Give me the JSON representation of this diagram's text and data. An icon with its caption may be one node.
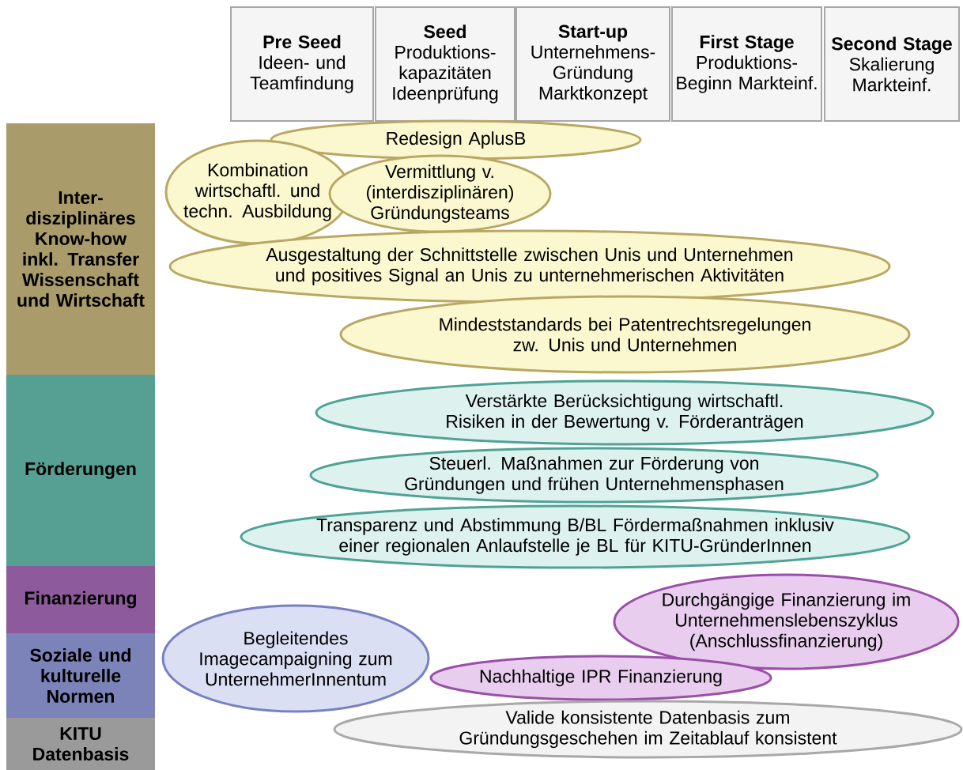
{
  "diagram": {
    "nodes": [
      {
        "text": [
          "Pre Seed",
          "Ideen- und Teamfindung"
        ]
      },
      {
        "text": [
          "Seed",
          "Produktions-kapazitäten Ideenprüfung"
        ]
      },
      {
        "text": [
          "Start-up",
          "Unternehmens-Gründung Marktkonzept"
        ]
      },
      {
        "text": [
          "First Stage",
          "Produktions-Beginn Markteinf."
        ]
      },
      {
        "text": [
          "Second Stage",
          "Skalierung Markteinf."
        ]
      },
      {
        "text": [
          "Inter-disziplinäres Know-how inkl. Transfer Wissenschaft und Wirtschaft"
        ]
      },
      {
        "text": [
          "Förderungen"
        ]
      },
      {
        "text": [
          "Finanzierung"
        ]
      },
      {
        "text": [
          "Soziale und kulturelle Normen"
        ]
      },
      {
        "text": [
          "KITU Datenbasis"
        ]
      },
      {
        "text": [
          "Redesign AplusB"
        ]
      },
      {
        "text": [
          "Kombination wirtschaftl. und techn. Ausbildung"
        ]
      },
      {
        "text": [
          "Vermittlung v. (interdisziplinären) Gründungsteams"
        ]
      },
      {
        "text": [
          "Ausgestaltung der Schnittstelle zwischen Unis und Unternehmen und positives Signal an Unis zu unternehmerischen Aktivitäten"
        ]
      },
      {
        "text": [
          "Mindeststandards bei Patentrechtsregelungen zw. Unis und Unternehmen"
        ]
      },
      {
        "text": [
          "Verstärkte Berücksichtigung wirtschaftl. Risiken in der Bewertung v. Förderanträgen"
        ]
      },
      {
        "text": [
          "Steuerl. Maßnahmen zur Förderung von Gründungen und frühen Unternehmensphasen"
        ]
      },
      {
        "text": [
          "Transparenz und Abstimmung B/BL Fördermaßnahmen inklusiv einer regionalen Anlaufstelle je BL für KITU-GründerInnen"
        ]
      },
      {
        "text": [
          "Durchgängige Finanzierung im Unternehmenslebenszyklus (Anschlussfinanzierung)"
        ]
      },
      {
        "text": [
          "Begleitendes Imagecampaigning zum UnternehmerInnentum"
        ]
      },
      {
        "text": [
          "Nachhaltige IPR Finanzierung"
        ]
      },
      {
        "text": [
          "Valide konsistente Datenbasis zum Gründungsgeschehen im Zeitablauf konsistent"
        ]
      }
    ]
  }
}
